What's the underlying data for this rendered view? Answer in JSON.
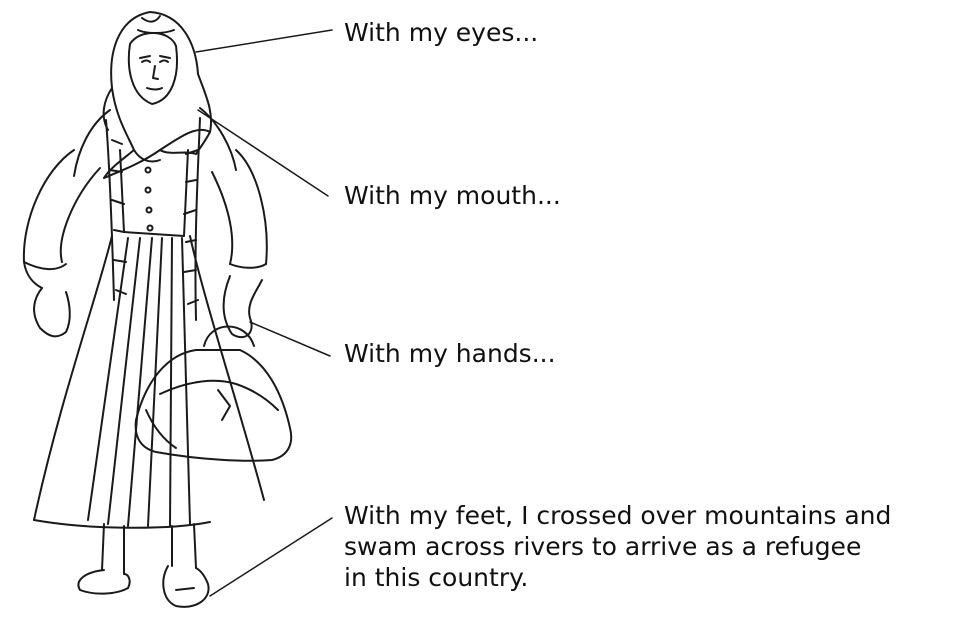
{
  "captions": {
    "eyes": "With my eyes...",
    "mouth": "With my mouth...",
    "hands": "With my hands...",
    "feet": [
      "With my feet, I crossed over mountains and",
      "swam across rivers to arrive as a refugee",
      "in this country."
    ]
  },
  "illustration": {
    "subject": "refugee-woman-with-headscarf-and-bag",
    "ink_color": "#1a1a1a",
    "background": "#ffffff"
  }
}
